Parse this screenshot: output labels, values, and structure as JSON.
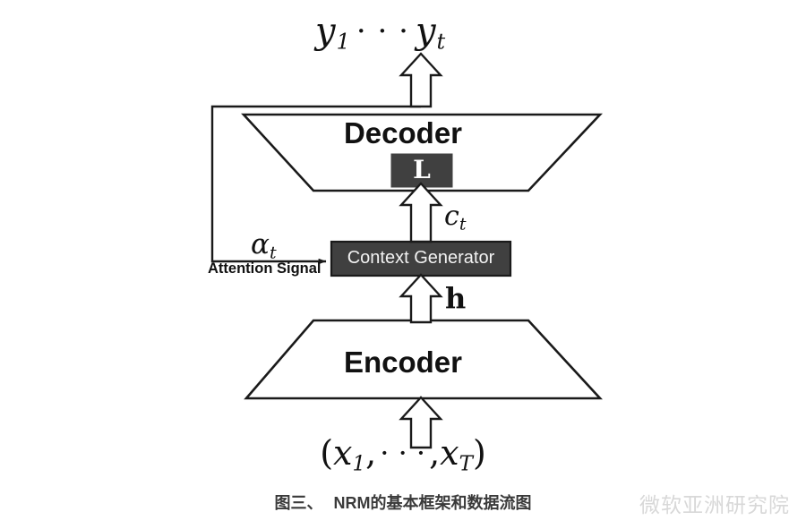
{
  "figure": {
    "caption_prefix": "图三、",
    "caption_text": "NRM的基本框架和数据流图",
    "watermark": "微软亚洲研究院",
    "background_color": "#ffffff",
    "stroke_color": "#1a1a1a",
    "dark_box_fill": "#404040",
    "dark_box_text_color": "#f2f2f2"
  },
  "nodes": {
    "decoder": {
      "label": "Decoder",
      "shape": "inverted-trapezoid",
      "state_box_label": "L"
    },
    "context_generator": {
      "label": "Context Generator",
      "shape": "rectangle",
      "fill": "#404040"
    },
    "encoder": {
      "label": "Encoder",
      "shape": "trapezoid"
    }
  },
  "labels": {
    "output_sequence": {
      "y_first": "y",
      "y_first_sub": "1",
      "dots": "· · ·",
      "y_last": "y",
      "y_last_sub": "t"
    },
    "input_sequence": {
      "open_paren": "(",
      "x_first": "x",
      "x_first_sub": "1",
      "comma_1": ",",
      "dots": "· · ·",
      "comma_2": ",",
      "x_last": "x",
      "x_last_sub": "T",
      "close_paren": ")"
    },
    "context_vector": {
      "symbol": "c",
      "sub": "t"
    },
    "attention_weight": {
      "symbol": "α",
      "sub": "t"
    },
    "attention_signal": "Attention Signal",
    "hidden_state": "h"
  },
  "edges": [
    {
      "name": "input-to-encoder",
      "from": "input_sequence",
      "to": "encoder",
      "style": "hollow-block-arrow",
      "direction": "up"
    },
    {
      "name": "encoder-to-context-generator",
      "from": "encoder",
      "to": "context_generator",
      "style": "hollow-block-arrow",
      "direction": "up",
      "label": "h"
    },
    {
      "name": "context-generator-to-decoder",
      "from": "context_generator",
      "to": "decoder",
      "style": "hollow-block-arrow",
      "direction": "up",
      "label": "c_t"
    },
    {
      "name": "decoder-to-output",
      "from": "decoder",
      "to": "output_sequence",
      "style": "hollow-block-arrow",
      "direction": "up"
    },
    {
      "name": "decoder-feedback-to-context-generator",
      "from": "decoder",
      "to": "context_generator",
      "style": "solid-line-arrow",
      "direction": "right",
      "label": "Attention Signal / α_t"
    }
  ]
}
